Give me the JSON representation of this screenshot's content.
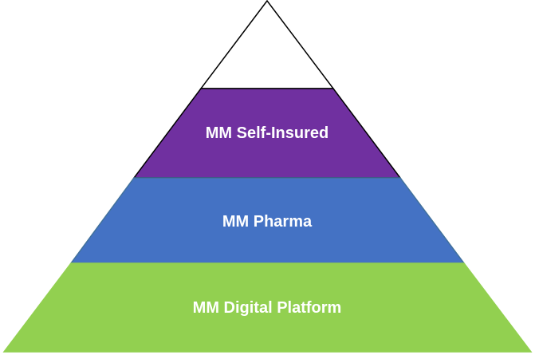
{
  "diagram": {
    "layers": [
      {
        "label": "",
        "color": "#ffffff",
        "outline": "#000000"
      },
      {
        "label": "MM Self-Insured",
        "color": "#7030a0",
        "outline": "#000000"
      },
      {
        "label": "MM Pharma",
        "color": "#4472c4",
        "outline": "#41719c"
      },
      {
        "label": "MM Digital Platform",
        "color": "#92d050",
        "outline": "#92d050"
      }
    ]
  }
}
